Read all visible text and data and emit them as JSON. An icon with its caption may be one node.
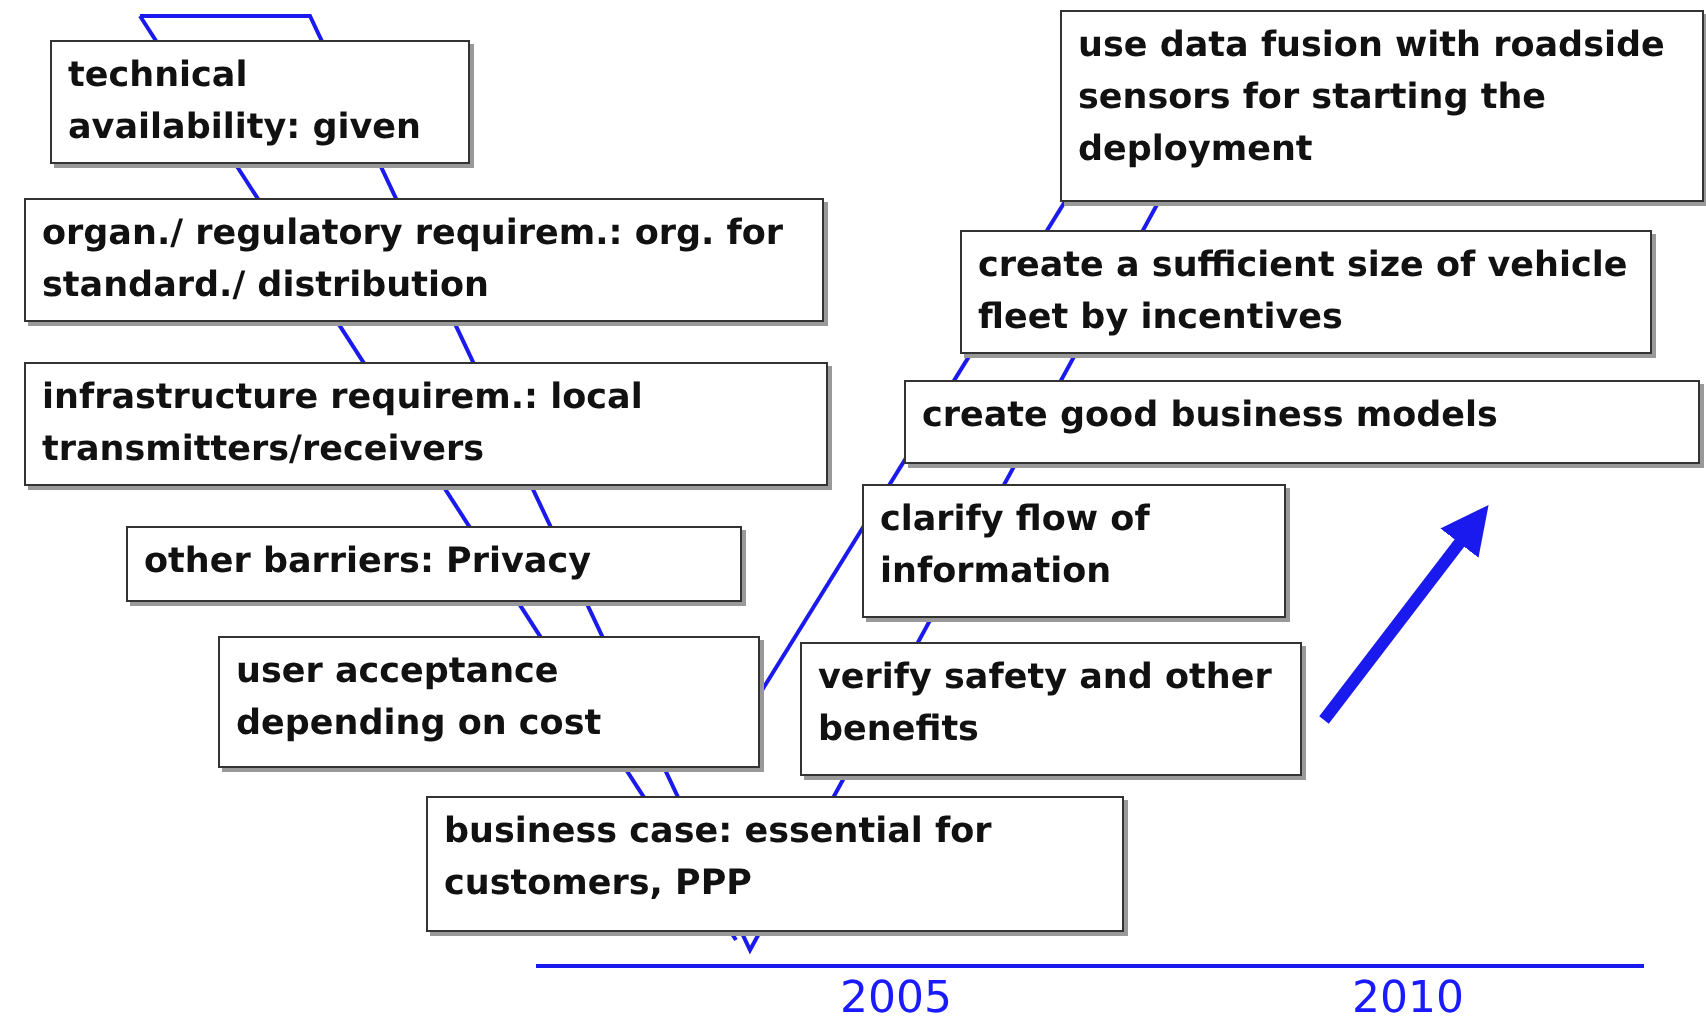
{
  "diagram": {
    "nodes": [
      {
        "text": [
          "technical availability: given"
        ]
      },
      {
        "text": [
          "organ./ regulatory requirem.: org. for standard./ distribution"
        ]
      },
      {
        "text": [
          "infrastructure requirem.: local transmitters/receivers"
        ]
      },
      {
        "text": [
          "other barriers: Privacy"
        ]
      },
      {
        "text": [
          "user acceptance depending on cost"
        ]
      },
      {
        "text": [
          "business case: essential for customers, PPP"
        ]
      },
      {
        "text": [
          "verify safety and other benefits"
        ]
      },
      {
        "text": [
          "clarify flow of information"
        ]
      },
      {
        "text": [
          "create good business models"
        ]
      },
      {
        "text": [
          "create a sufficient size of vehicle fleet by incentives"
        ]
      },
      {
        "text": [
          "use data fusion with roadside sensors for starting the deployment"
        ]
      }
    ],
    "edges": [],
    "labels": [
      "2005",
      "2010"
    ]
  }
}
